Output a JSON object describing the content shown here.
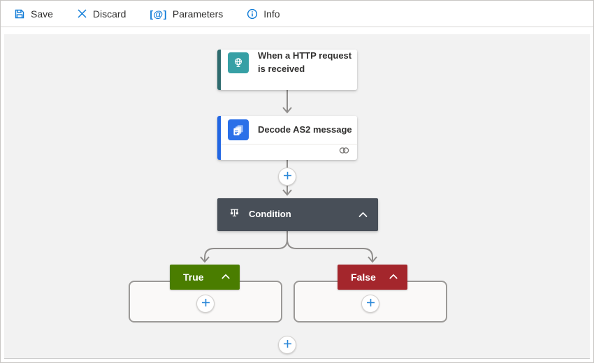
{
  "toolbar": {
    "save_label": "Save",
    "discard_label": "Discard",
    "parameters_label": "Parameters",
    "parameters_glyph": "[@]",
    "info_label": "Info"
  },
  "workflow": {
    "trigger_card": {
      "title": "When a HTTP request is received"
    },
    "action_card": {
      "title": "Decode AS2 message"
    },
    "condition_card": {
      "title": "Condition"
    },
    "true_branch": {
      "label": "True"
    },
    "false_branch": {
      "label": "False"
    }
  },
  "icons": {
    "save": "floppy-disk",
    "discard": "x-mark",
    "parameters": "at-brackets",
    "info": "info-circle",
    "trigger": "http-request-globe",
    "action": "decode-as2-documents",
    "condition": "balance-scale",
    "connection": "link",
    "add": "plus-circle",
    "collapse": "chevron-up"
  },
  "colors": {
    "canvas_bg": "#f2f2f2",
    "toolbar_icon": "#0f7bd7",
    "trigger_accent": "#2e6b6e",
    "trigger_icon_bg": "#37a0a5",
    "action_accent": "#2266e3",
    "action_icon_bg": "#2b70e8",
    "condition_bg": "#484f58",
    "true_bg": "#4a7d00",
    "false_bg": "#a4262c",
    "connector": "#8f8d8b",
    "add_plus": "#2b88d8"
  }
}
